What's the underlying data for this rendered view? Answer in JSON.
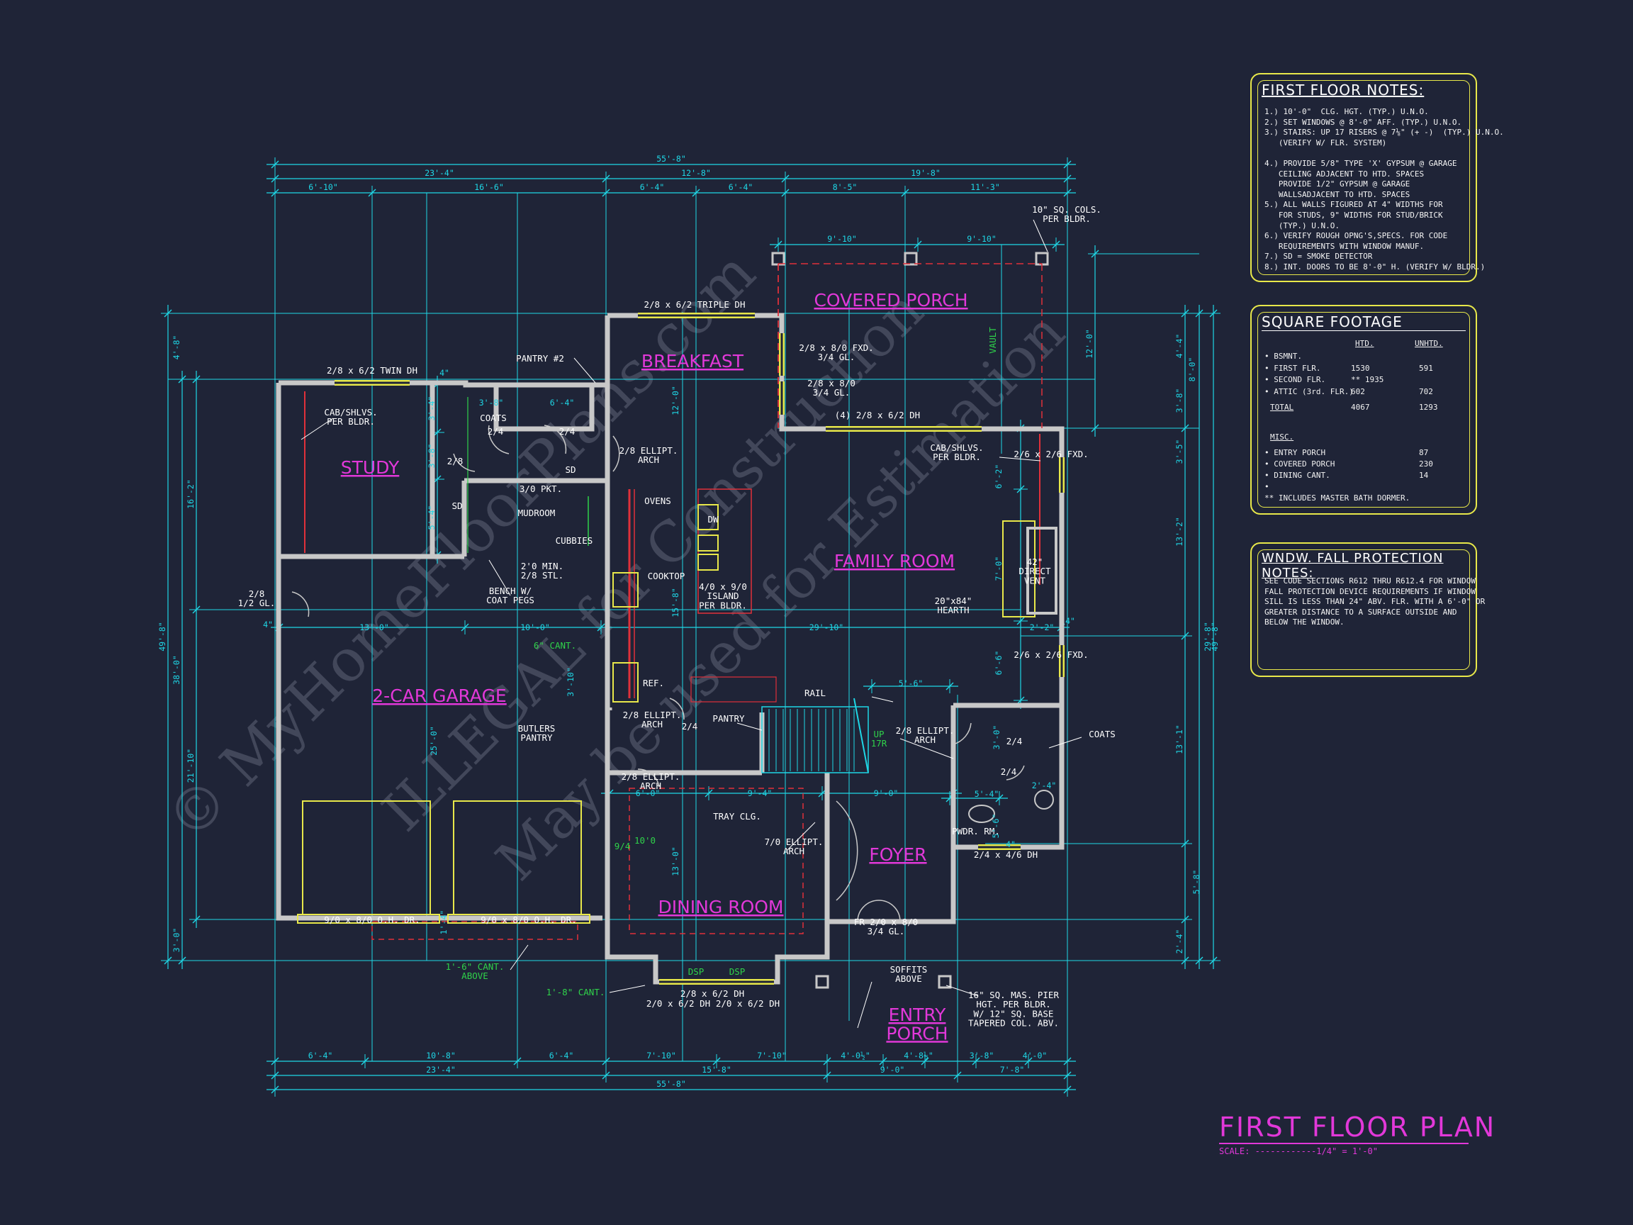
{
  "colors": {
    "background": "#1f2437",
    "dimension": "#1fd7e6",
    "wall": "#c8c8c8",
    "room_label": "#e238d9",
    "annotation": "#ffffff",
    "window": "#e8e84a",
    "red_line": "#e0303a",
    "green": "#2fd24a",
    "panel_border": "#e8e84a"
  },
  "plan": {
    "title": "FIRST FLOOR PLAN",
    "scale": "SCALE: ------------1/4\" = 1'-0\"",
    "watermark": [
      "© MyHomeFloorPlans.com",
      "ILLEGAL for Construction",
      "May be used for Estimation"
    ],
    "rooms": [
      {
        "name": "COVERED PORCH"
      },
      {
        "name": "BREAKFAST"
      },
      {
        "name": "STUDY"
      },
      {
        "name": "FAMILY ROOM"
      },
      {
        "name": "2-CAR GARAGE"
      },
      {
        "name": "FOYER"
      },
      {
        "name": "DINING ROOM"
      },
      {
        "name": "ENTRY\nPORCH"
      }
    ],
    "labels": [
      {
        "text": "2/8 x 6/2 TRIPLE DH"
      },
      {
        "text": "PANTRY #2"
      },
      {
        "text": "2/8 x 6/2 TWIN DH"
      },
      {
        "text": "CAB/SHLVS.\nPER BLDR."
      },
      {
        "text": "COATS"
      },
      {
        "text": "2/4"
      },
      {
        "text": "2/4"
      },
      {
        "text": "2/8"
      },
      {
        "text": "3/0 PKT."
      },
      {
        "text": "SD"
      },
      {
        "text": "SD"
      },
      {
        "text": "MUDROOM"
      },
      {
        "text": "CUBBIES"
      },
      {
        "text": "2'0 MIN.\n2/8 STL."
      },
      {
        "text": "BENCH W/\nCOAT PEGS"
      },
      {
        "text": "2/8\n1/2 GL."
      },
      {
        "text": "2/8 ELLIPT.\nARCH"
      },
      {
        "text": "OVENS"
      },
      {
        "text": "DW"
      },
      {
        "text": "COOKTOP"
      },
      {
        "text": "4/0 x 9/0\nISLAND\nPER BLDR."
      },
      {
        "text": "2/8 x 8/0 FXD.\n3/4 GL."
      },
      {
        "text": "2/8 x 8/0\n3/4 GL."
      },
      {
        "text": "(4) 2/8 x 6/2 DH"
      },
      {
        "text": "CAB/SHLVS.\nPER BLDR."
      },
      {
        "text": "2/6 x 2/6 FXD."
      },
      {
        "text": "42\"\nDIRECT\nVENT"
      },
      {
        "text": "20\"x84\"\nHEARTH"
      },
      {
        "text": "2/6 x 2/6 FXD."
      },
      {
        "text": "10\" SQ. COLS.\nPER BLDR."
      },
      {
        "text": "REF."
      },
      {
        "text": "BUTLERS\nPANTRY"
      },
      {
        "text": "2/8 ELLIPT.\nARCH"
      },
      {
        "text": "2/4"
      },
      {
        "text": "PANTRY"
      },
      {
        "text": "RAIL"
      },
      {
        "text": "2/8 ELLIPT.\nARCH"
      },
      {
        "text": "COATS"
      },
      {
        "text": "2/4"
      },
      {
        "text": "2/4"
      },
      {
        "text": "2/8 ELLIPT.\nARCH"
      },
      {
        "text": "TRAY CLG."
      },
      {
        "text": "7/0 ELLIPT.\nARCH"
      },
      {
        "text": "PWDR. RM."
      },
      {
        "text": "2/4 x 4/6 DH"
      },
      {
        "text": "9/0 x 8/0 O.H. DR."
      },
      {
        "text": "9/0 x 8/0 O.H. DR."
      },
      {
        "text": "FR 2/0 x 8/0\n3/4 GL."
      },
      {
        "text": "2/8 x 6/2 DH"
      },
      {
        "text": "2/0 x 6/2 DH"
      },
      {
        "text": "2/0 x 6/2 DH"
      },
      {
        "text": "SOFFITS\nABOVE"
      },
      {
        "text": "16\" SQ. MAS. PIER\nHGT. PER BLDR.\nW/ 12\" SQ. BASE\nTAPERED COL. ABV."
      }
    ],
    "green_labels": [
      {
        "text": "VAULT"
      },
      {
        "text": "6\" CANT."
      },
      {
        "text": "1'-6\" CANT.\nABOVE"
      },
      {
        "text": "1'-8\" CANT."
      },
      {
        "text": "DSP"
      },
      {
        "text": "DSP"
      },
      {
        "text": "UP\n17R"
      },
      {
        "text": "10'0"
      },
      {
        "text": "9/4"
      }
    ],
    "dimensions": {
      "top": [
        {
          "text": "55'-8\""
        },
        {
          "text": "23'-4\""
        },
        {
          "text": "12'-8\""
        },
        {
          "text": "19'-8\""
        },
        {
          "text": "6'-10\""
        },
        {
          "text": "16'-6\""
        },
        {
          "text": "6'-4\""
        },
        {
          "text": "6'-4\""
        },
        {
          "text": "8'-5\""
        },
        {
          "text": "11'-3\""
        },
        {
          "text": "9'-10\""
        },
        {
          "text": "9'-10\""
        }
      ],
      "bottom": [
        {
          "text": "6'-4\""
        },
        {
          "text": "10'-8\""
        },
        {
          "text": "6'-4\""
        },
        {
          "text": "7'-10\""
        },
        {
          "text": "7'-10\""
        },
        {
          "text": "4'-0½\""
        },
        {
          "text": "4'-8½\""
        },
        {
          "text": "3'-8\""
        },
        {
          "text": "4'-0\""
        },
        {
          "text": "23'-4\""
        },
        {
          "text": "15'-8\""
        },
        {
          "text": "9'-0\""
        },
        {
          "text": "7'-8\""
        },
        {
          "text": "55'-8\""
        }
      ],
      "left": [
        {
          "text": "49'-8\""
        },
        {
          "text": "38'-0\""
        },
        {
          "text": "16'-2\""
        },
        {
          "text": "21'-10\""
        },
        {
          "text": "4'-8\""
        },
        {
          "text": "3'-0\""
        },
        {
          "text": "3'-4\""
        },
        {
          "text": "3'-8\""
        },
        {
          "text": "5'-4\""
        }
      ],
      "right": [
        {
          "text": "49'-8\""
        },
        {
          "text": "29'-8\""
        },
        {
          "text": "8'-0\""
        },
        {
          "text": "13'-2\""
        },
        {
          "text": "13'-1\""
        },
        {
          "text": "4'-4\""
        },
        {
          "text": "3'-8\""
        },
        {
          "text": "3'-5\""
        },
        {
          "text": "6'-2\""
        },
        {
          "text": "6'-6\""
        },
        {
          "text": "5'-8\""
        },
        {
          "text": "2'-4\""
        },
        {
          "text": "12'-0\""
        }
      ],
      "interior": [
        {
          "text": "13'-0\""
        },
        {
          "text": "10'-0\""
        },
        {
          "text": "29'-10\""
        },
        {
          "text": "6'-4\""
        },
        {
          "text": "3'-8\""
        },
        {
          "text": "12'-0\""
        },
        {
          "text": "15'-8\""
        },
        {
          "text": "7'-0\""
        },
        {
          "text": "2'-2\""
        },
        {
          "text": "5'-6\""
        },
        {
          "text": "6'-0\""
        },
        {
          "text": "9'-4\""
        },
        {
          "text": "9'-0\""
        },
        {
          "text": "13'-0\""
        },
        {
          "text": "5'-4\""
        },
        {
          "text": "5'-6\""
        },
        {
          "text": "2'-4\""
        },
        {
          "text": "3'-0\""
        },
        {
          "text": "3'-10\""
        },
        {
          "text": "25'-0\""
        },
        {
          "text": "1'-4\""
        },
        {
          "text": "4\""
        },
        {
          "text": "4\""
        },
        {
          "text": "4\""
        },
        {
          "text": "4\""
        }
      ]
    }
  },
  "notes_panel": {
    "title": "FIRST FLOOR NOTES:",
    "lines": [
      "1.) 10'-0\"  CLG. HGT. (TYP.) U.N.O.",
      "2.) SET WINDOWS @ 8'-0\" AFF. (TYP.) U.N.O.",
      "3.) STAIRS: UP 17 RISERS @ 7⅛\" (+ -)  (TYP.) U.N.O.",
      "   (VERIFY W/ FLR. SYSTEM)",
      "",
      "4.) PROVIDE 5/8\" TYPE 'X' GYPSUM @ GARAGE",
      "   CEILING ADJACENT TO HTD. SPACES",
      "   PROVIDE 1/2\" GYPSUM @ GARAGE",
      "   WALLSADJACENT TO HTD. SPACES",
      "5.) ALL WALLS FIGURED AT 4\" WIDTHS FOR",
      "   FOR STUDS, 9\" WIDTHS FOR STUD/BRICK",
      "   (TYP.) U.N.O.",
      "6.) VERIFY ROUGH OPNG'S,SPECS. FOR CODE",
      "   REQUIREMENTS WITH WINDOW MANUF.",
      "7.) SD = SMOKE DETECTOR",
      "8.) INT. DOORS TO BE 8'-0\" H. (VERIFY W/ BLDR.)"
    ]
  },
  "sqft_panel": {
    "title": "SQUARE FOOTAGE",
    "col_htd": "HTD.",
    "col_unhtd": "UNHTD.",
    "rows": [
      {
        "label": "• BSMNT.",
        "htd": "",
        "unhtd": ""
      },
      {
        "label": "• FIRST FLR.",
        "htd": "1530",
        "unhtd": "591"
      },
      {
        "label": "• SECOND FLR.",
        "htd": "** 1935",
        "unhtd": ""
      },
      {
        "label": "• ATTIC (3rd. FLR.)",
        "htd": "602",
        "unhtd": "702"
      },
      {
        "label": "TOTAL",
        "htd": "4067",
        "unhtd": "1293"
      }
    ],
    "misc_title": "MISC.",
    "misc": [
      {
        "label": "• ENTRY PORCH",
        "value": "87"
      },
      {
        "label": "• COVERED PORCH",
        "value": "230"
      },
      {
        "label": "• DINING CANT.",
        "value": "14"
      },
      {
        "label": "•",
        "value": ""
      },
      {
        "label": "** INCLUDES MASTER BATH DORMER.",
        "value": ""
      }
    ]
  },
  "fall_panel": {
    "title": "WNDW. FALL PROTECTION NOTES:",
    "lines": [
      "SEE CODE SECTIONS R612 THRU R612.4 FOR WINDOW",
      "FALL PROTECTION DEVICE REQUIREMENTS IF WINDOW",
      "SILL IS LESS THAN 24\" ABV. FLR. WITH A 6'-0\" OR",
      "GREATER DISTANCE TO A SURFACE OUTSIDE AND",
      "BELOW THE WINDOW."
    ]
  }
}
